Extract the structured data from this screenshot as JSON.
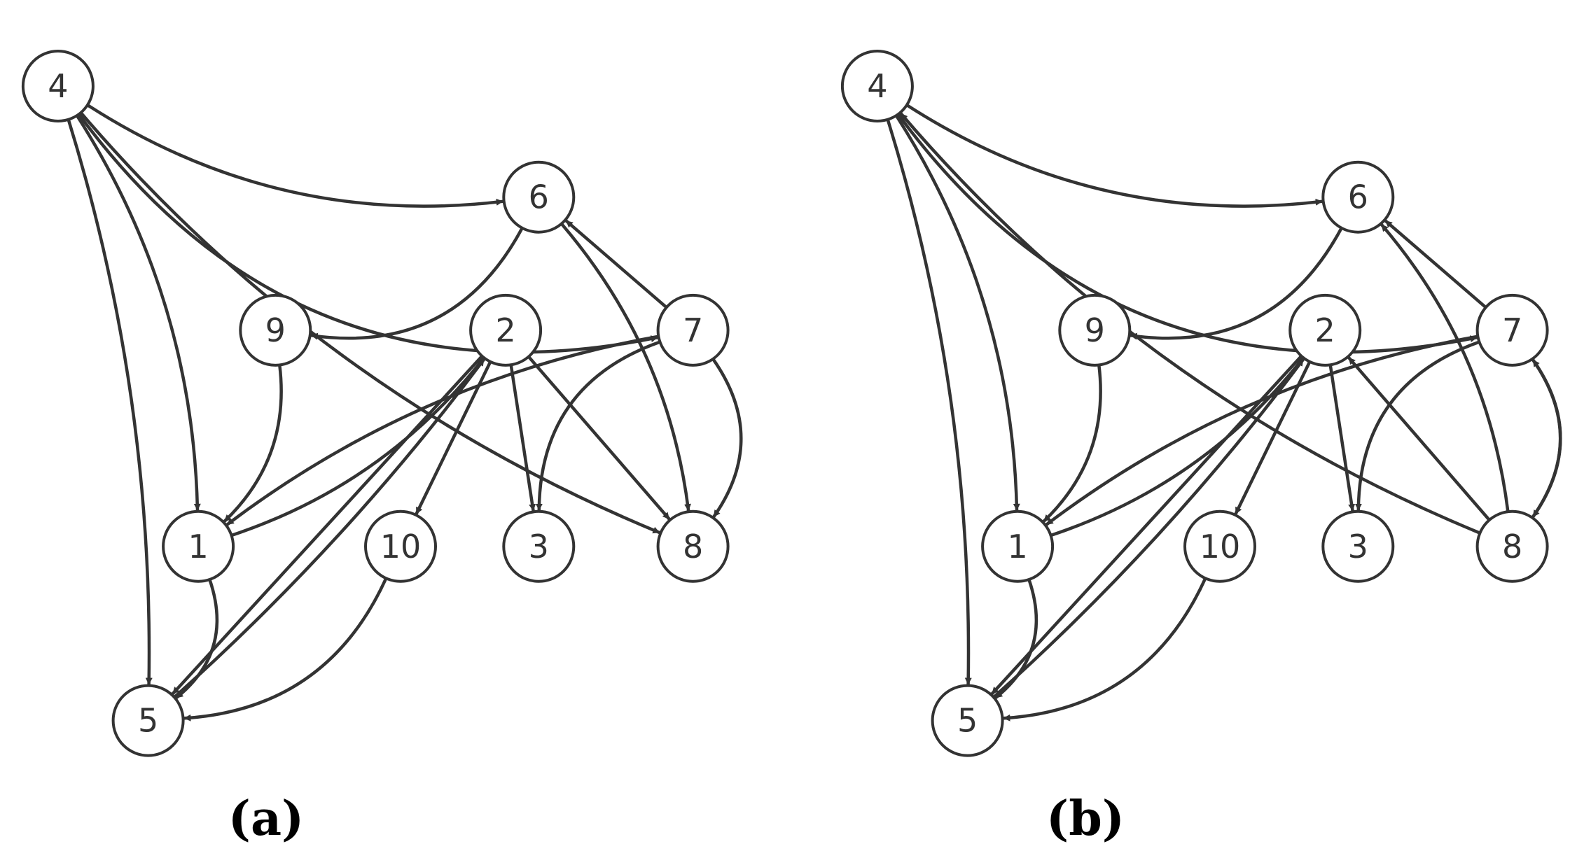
{
  "colors": {
    "stroke": "#333333",
    "node_fill": "#ffffff",
    "label": "#000000"
  },
  "panels": [
    {
      "id": "a",
      "label": "(a)",
      "nodes": [
        "4",
        "6",
        "9",
        "2",
        "7",
        "1",
        "10",
        "3",
        "8",
        "5"
      ],
      "edges": [
        {
          "from": "4",
          "to": "6"
        },
        {
          "from": "4",
          "to": "7"
        },
        {
          "from": "4",
          "to": "1"
        },
        {
          "from": "4",
          "to": "5"
        },
        {
          "from": "4",
          "to": "8"
        },
        {
          "from": "6",
          "to": "9"
        },
        {
          "from": "7",
          "to": "6"
        },
        {
          "from": "6",
          "to": "8"
        },
        {
          "from": "9",
          "to": "1"
        },
        {
          "from": "1",
          "to": "2"
        },
        {
          "from": "7",
          "to": "1"
        },
        {
          "from": "2",
          "to": "10"
        },
        {
          "from": "2",
          "to": "3"
        },
        {
          "from": "2",
          "to": "8"
        },
        {
          "from": "2",
          "to": "5"
        },
        {
          "from": "5",
          "to": "2"
        },
        {
          "from": "7",
          "to": "3"
        },
        {
          "from": "7",
          "to": "8"
        },
        {
          "from": "1",
          "to": "5"
        },
        {
          "from": "10",
          "to": "5"
        }
      ]
    },
    {
      "id": "b",
      "label": "(b)",
      "nodes": [
        "4",
        "6",
        "9",
        "2",
        "7",
        "1",
        "10",
        "3",
        "8",
        "5"
      ],
      "edges": [
        {
          "from": "4",
          "to": "6"
        },
        {
          "from": "4",
          "to": "7"
        },
        {
          "from": "4",
          "to": "1"
        },
        {
          "from": "4",
          "to": "5"
        },
        {
          "from": "8",
          "to": "4"
        },
        {
          "from": "6",
          "to": "9"
        },
        {
          "from": "7",
          "to": "6"
        },
        {
          "from": "8",
          "to": "6"
        },
        {
          "from": "9",
          "to": "1"
        },
        {
          "from": "1",
          "to": "2"
        },
        {
          "from": "7",
          "to": "1"
        },
        {
          "from": "2",
          "to": "10"
        },
        {
          "from": "2",
          "to": "3"
        },
        {
          "from": "8",
          "to": "2"
        },
        {
          "from": "2",
          "to": "5"
        },
        {
          "from": "5",
          "to": "2"
        },
        {
          "from": "7",
          "to": "3"
        },
        {
          "from": "7",
          "to": "8"
        },
        {
          "from": "8",
          "to": "7"
        },
        {
          "from": "1",
          "to": "5"
        },
        {
          "from": "10",
          "to": "5"
        }
      ]
    }
  ]
}
